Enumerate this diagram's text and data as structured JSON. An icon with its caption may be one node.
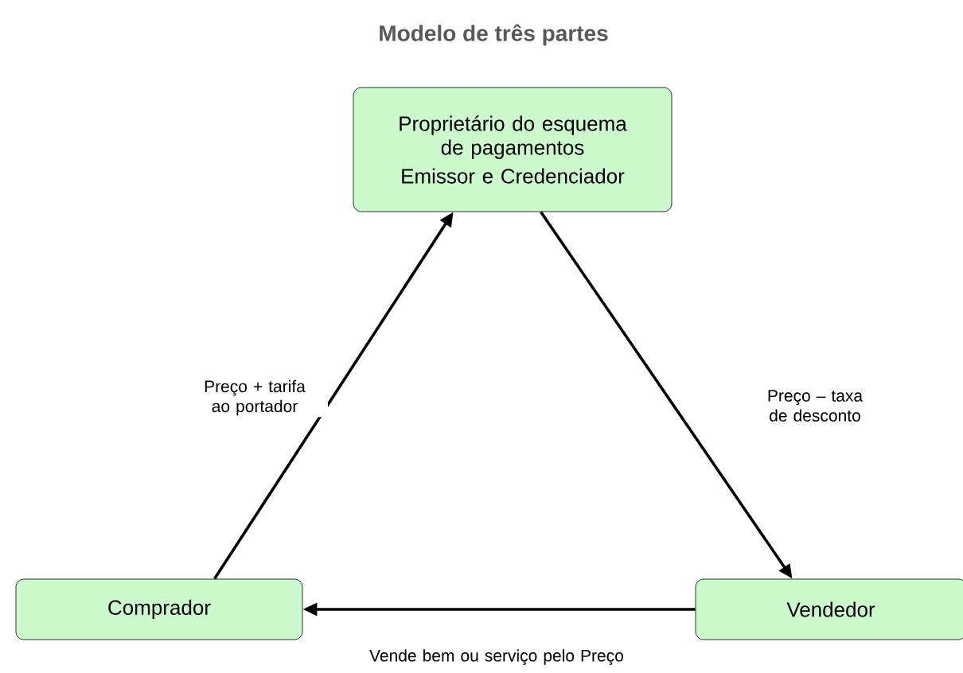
{
  "diagram": {
    "title": "Modelo de três partes",
    "nodes": [
      {
        "text": [
          "Proprietário do esquema de pagamentos",
          "Emissor e Credenciador"
        ]
      },
      {
        "text": [
          "Comprador"
        ]
      },
      {
        "text": [
          "Vendedor"
        ]
      }
    ],
    "edges": [
      {
        "from": 1,
        "to": 0,
        "arrow": "to",
        "label": "Preço + tarifa ao portador"
      },
      {
        "from": 0,
        "to": 2,
        "arrow": "to",
        "label": "Preço – taxa de desconto"
      },
      {
        "from": 2,
        "to": 1,
        "arrow": "to",
        "label": "Vende bem ou serviço pelo Preço"
      }
    ]
  }
}
